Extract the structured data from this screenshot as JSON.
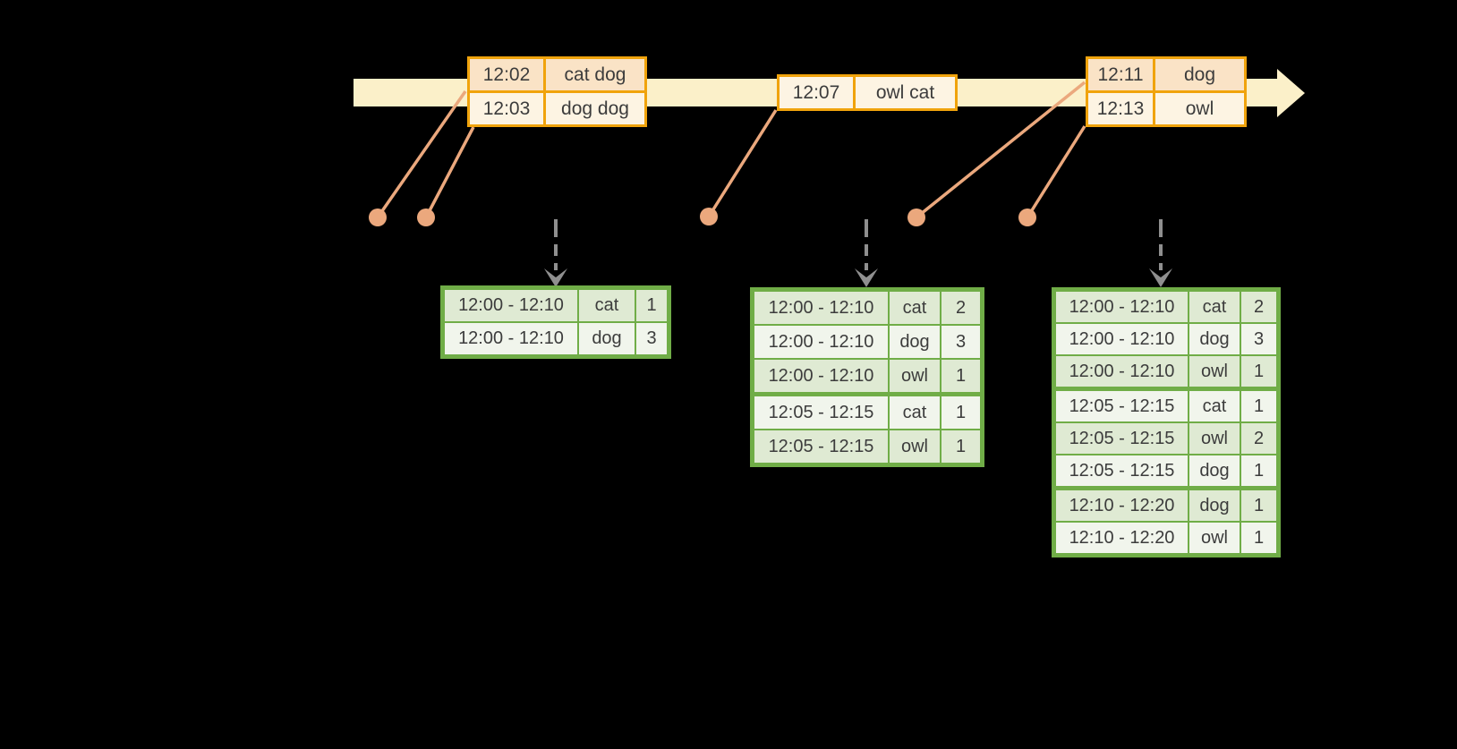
{
  "colors": {
    "bg": "#000000",
    "cream": "#FBF0C9",
    "orange": "#F0A30C",
    "peach": "#FAE3C6",
    "cream2": "#FDF4E3",
    "salmon": "#EBA87D",
    "green": "#70AD47",
    "gdark": "#DFEAD3",
    "glight": "#F1F5EC",
    "gray": "#8F8F8F",
    "text": "#3C3C3C"
  },
  "input_tables": [
    {
      "rows": [
        {
          "time": "12:02",
          "words": "cat dog"
        },
        {
          "time": "12:03",
          "words": "dog dog"
        }
      ]
    },
    {
      "rows": [
        {
          "time": "12:07",
          "words": "owl cat"
        }
      ]
    },
    {
      "rows": [
        {
          "time": "12:11",
          "words": "dog"
        },
        {
          "time": "12:13",
          "words": "owl"
        }
      ]
    }
  ],
  "result_tables": [
    {
      "rows": [
        {
          "window": "12:00 - 12:10",
          "word": "cat",
          "count": "1"
        },
        {
          "window": "12:00 - 12:10",
          "word": "dog",
          "count": "3"
        }
      ]
    },
    {
      "rows": [
        {
          "window": "12:00 - 12:10",
          "word": "cat",
          "count": "2"
        },
        {
          "window": "12:00 - 12:10",
          "word": "dog",
          "count": "3"
        },
        {
          "window": "12:00 - 12:10",
          "word": "owl",
          "count": "1"
        },
        {
          "window": "12:05 - 12:15",
          "word": "cat",
          "count": "1"
        },
        {
          "window": "12:05 - 12:15",
          "word": "owl",
          "count": "1"
        }
      ]
    },
    {
      "rows": [
        {
          "window": "12:00 - 12:10",
          "word": "cat",
          "count": "2"
        },
        {
          "window": "12:00 - 12:10",
          "word": "dog",
          "count": "3"
        },
        {
          "window": "12:00 - 12:10",
          "word": "owl",
          "count": "1"
        },
        {
          "window": "12:05 - 12:15",
          "word": "cat",
          "count": "1"
        },
        {
          "window": "12:05 - 12:15",
          "word": "owl",
          "count": "2"
        },
        {
          "window": "12:05 - 12:15",
          "word": "dog",
          "count": "1"
        },
        {
          "window": "12:10 - 12:20",
          "word": "dog",
          "count": "1"
        },
        {
          "window": "12:10 - 12:20",
          "word": "owl",
          "count": "1"
        }
      ]
    }
  ]
}
